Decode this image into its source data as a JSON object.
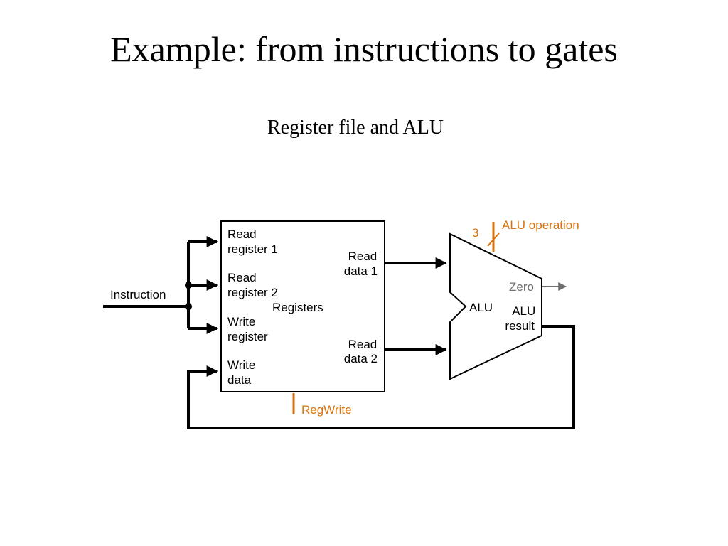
{
  "slide": {
    "title": "Example: from instructions to gates",
    "subtitle": "Register file and ALU"
  },
  "diagram": {
    "instruction_label": "Instruction",
    "registers": {
      "name": "Registers",
      "read_register_1": [
        "Read",
        "register 1"
      ],
      "read_register_2": [
        "Read",
        "register 2"
      ],
      "write_register": [
        "Write",
        "register"
      ],
      "write_data": [
        "Write",
        "data"
      ],
      "read_data_1": [
        "Read",
        "data 1"
      ],
      "read_data_2": [
        "Read",
        "data 2"
      ]
    },
    "alu": {
      "name": "ALU",
      "zero": "Zero",
      "result": [
        "ALU",
        "result"
      ],
      "operation": "ALU operation",
      "operation_bits": "3"
    },
    "regwrite": "RegWrite"
  },
  "colors": {
    "control": "#d9730d",
    "zero": "#6f6f6f",
    "wire": "#000000"
  }
}
